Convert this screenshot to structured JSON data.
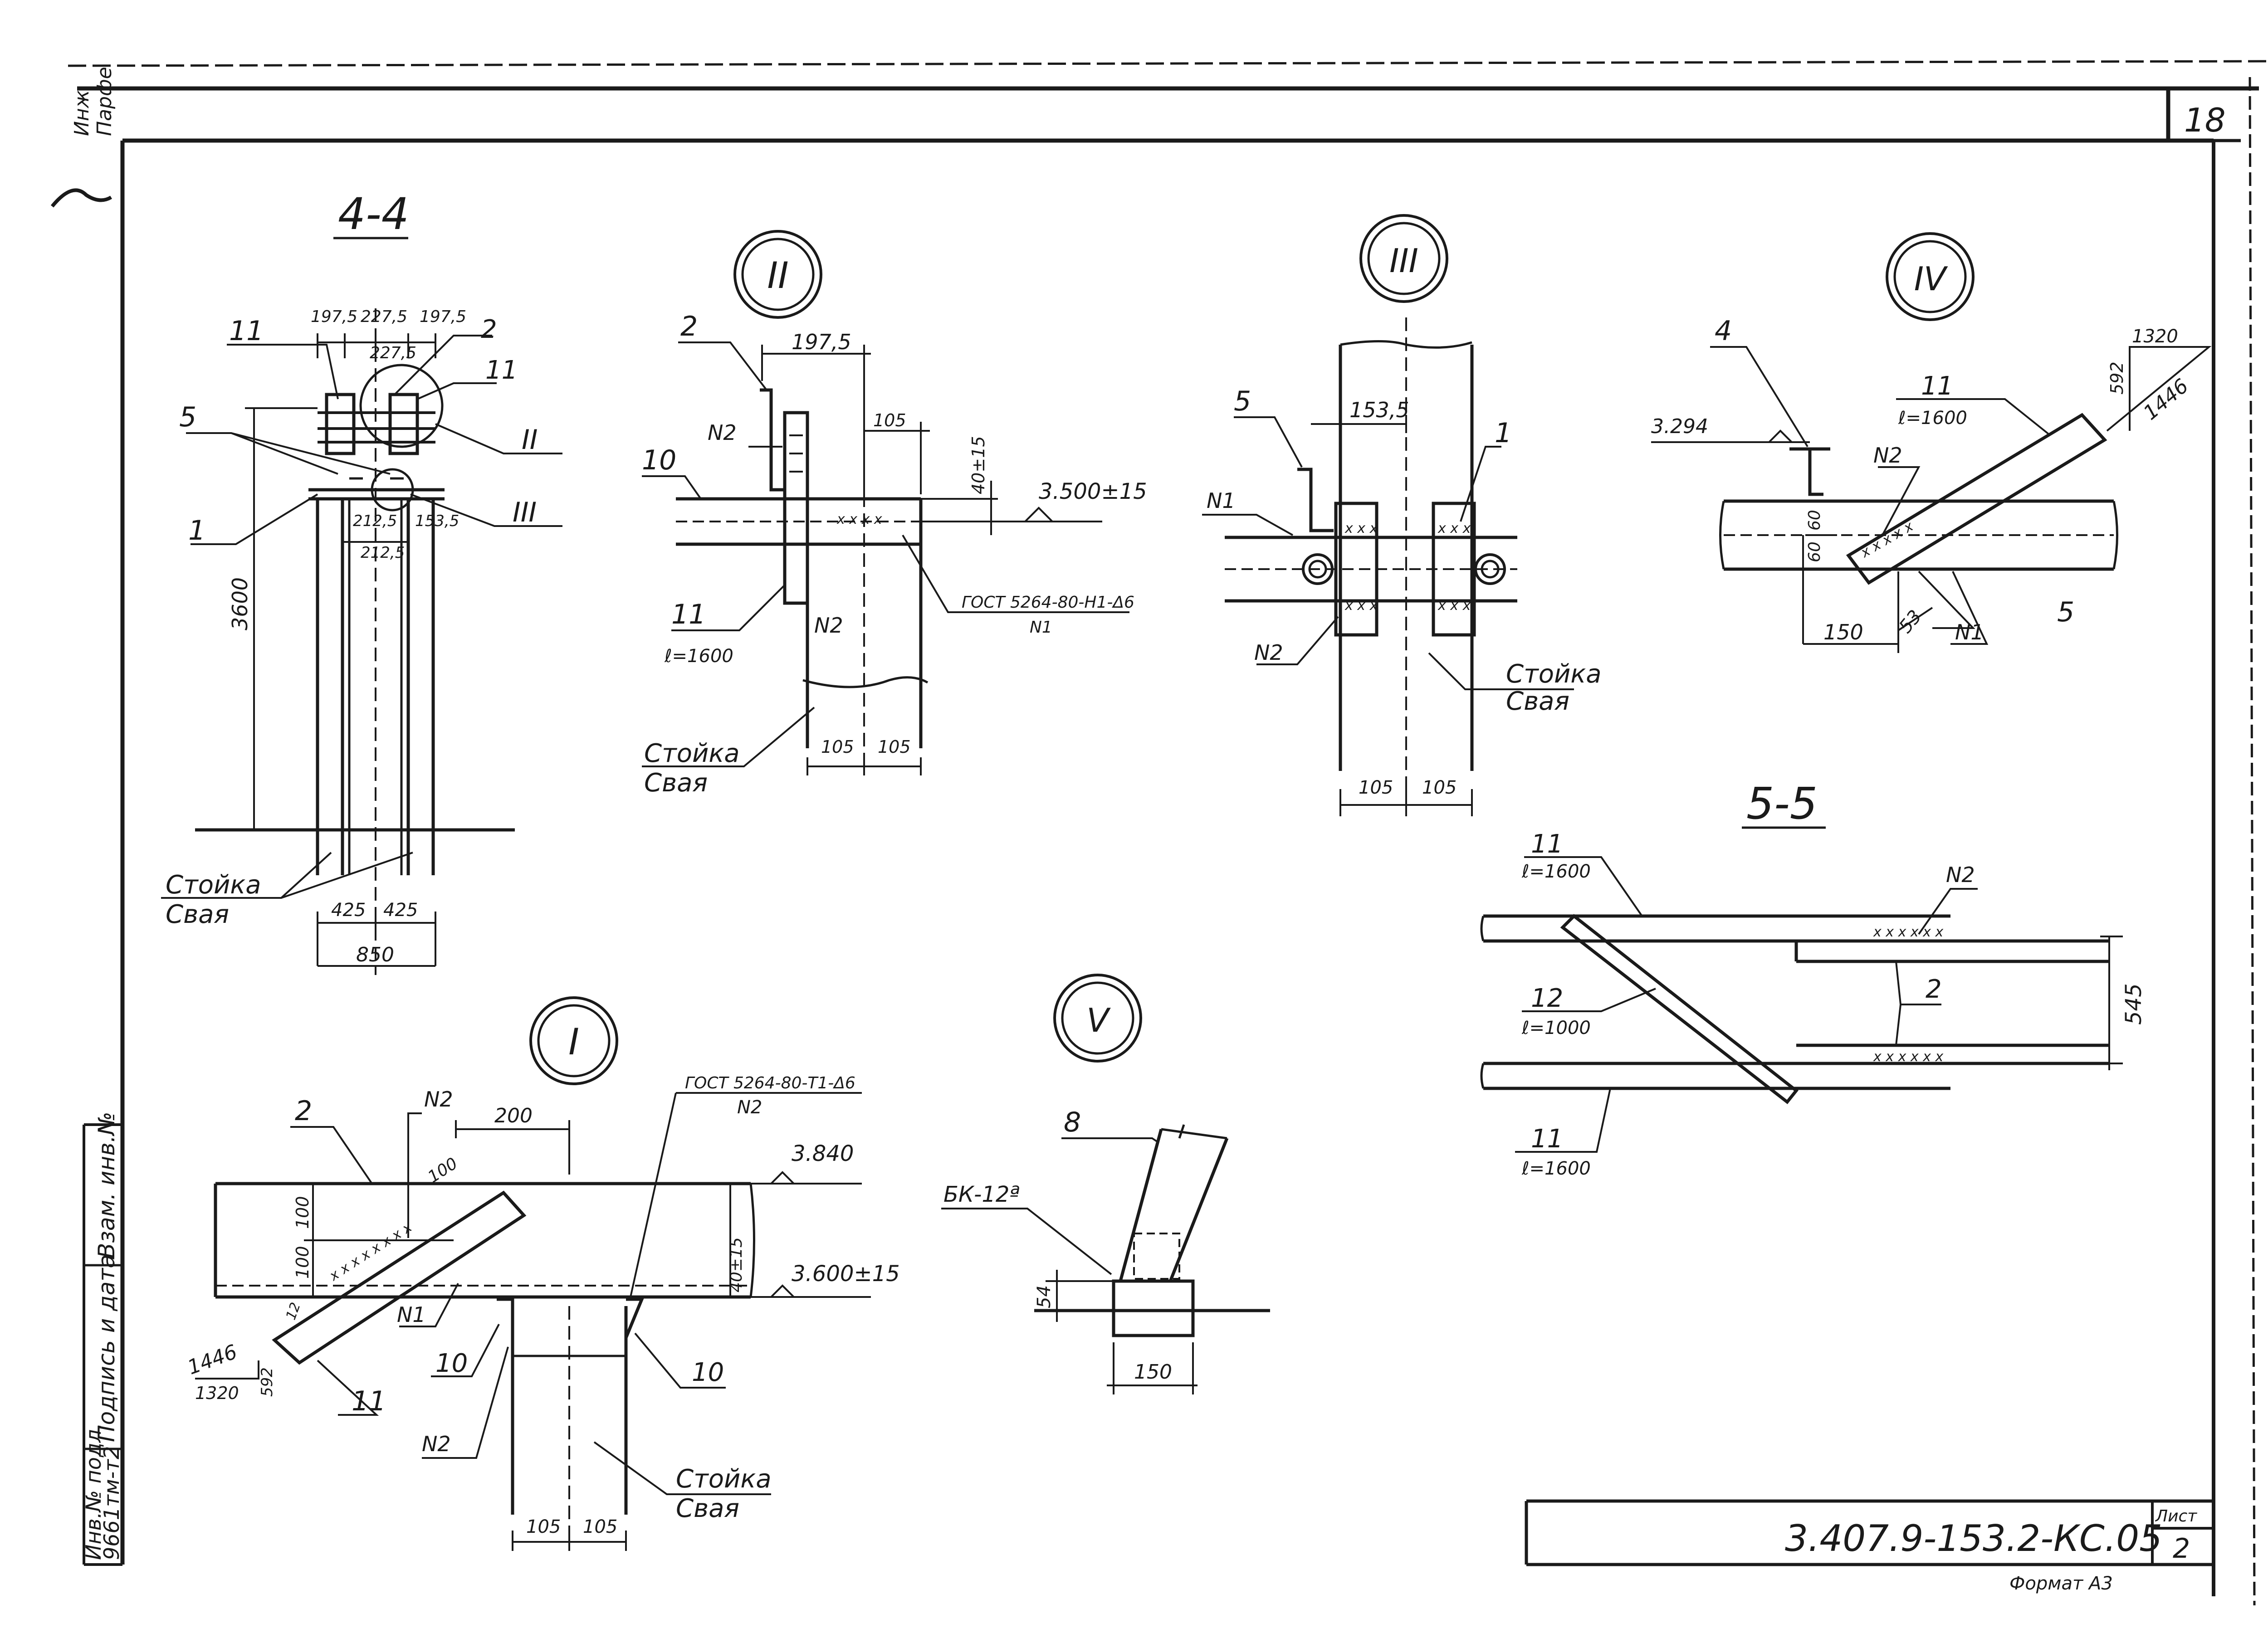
{
  "sheet": {
    "page_number": "18",
    "document_code": "3.407.9-153.2-КС.05",
    "list_label": "Лист",
    "list_number": "2",
    "format_label": "Формат А3",
    "corner_note_1": "Инж.",
    "corner_note_2": "Парфе"
  },
  "side_stamp": {
    "inv_podl": "Инв.№ подл.",
    "inv_value": "9661тм-т2",
    "podpis": "Подпись и дата",
    "vzam": "Взам. инв.№"
  },
  "section_4_4": {
    "title": "4-4",
    "dims_top": [
      "197,5",
      "227,5",
      "197,5"
    ],
    "dim_mid": "227,5",
    "dims_low": [
      "212,5",
      "153,5"
    ],
    "dim_low2": "212,5",
    "height": "3600",
    "spacing": [
      "425",
      "425"
    ],
    "total": "850",
    "labels": [
      "11",
      "2",
      "11",
      "5",
      "1"
    ],
    "callout_2": "II",
    "callout_3": "III",
    "post_1": "Стойка",
    "post_2": "Свая"
  },
  "node_II": {
    "mark": "II",
    "labels": [
      "2",
      "10",
      "11"
    ],
    "length": "ℓ=1600",
    "weld_1": "N2",
    "weld_2": "N2",
    "dim_top": "197,5",
    "dim_105": "105",
    "dim_tol": "40±15",
    "level": "3.500±15",
    "gost": "ГОСТ 5264-80-Н1-Δ6",
    "gost_n": "N1",
    "bottom_dims": [
      "105",
      "105"
    ],
    "post_1": "Стойка",
    "post_2": "Свая"
  },
  "node_III": {
    "mark": "III",
    "labels": [
      "5",
      "1"
    ],
    "dim": "153,5",
    "weld_1": "N1",
    "weld_2": "N2",
    "bottom_dims": [
      "105",
      "105"
    ],
    "post_1": "Стойка",
    "post_2": "Свая"
  },
  "node_IV": {
    "mark": "IV",
    "labels": [
      "4",
      "11",
      "5"
    ],
    "length": "ℓ=1600",
    "level": "3.294",
    "weld_1": "N2",
    "weld_2": "N1",
    "slope_a": "1320",
    "slope_b": "592",
    "slope_c": "1446",
    "dims": [
      "60",
      "60"
    ],
    "dim_150": "150",
    "dim_53": "53"
  },
  "section_5_5": {
    "title": "5-5",
    "labels": [
      "11",
      "12",
      "11",
      "2"
    ],
    "lengths": [
      "ℓ=1600",
      "ℓ=1000",
      "ℓ=1600"
    ],
    "weld": "N2",
    "dim": "545"
  },
  "node_I": {
    "mark": "I",
    "labels": [
      "2",
      "11",
      "10",
      "10"
    ],
    "weld": [
      "N2",
      "N1",
      "N2",
      "N2"
    ],
    "gost": "ГОСТ 5264-80-Т1-Δ6",
    "dims": [
      "200",
      "100",
      "100",
      "100",
      "12"
    ],
    "level_1": "3.840",
    "level_2": "3.600±15",
    "tol": "40±15",
    "slope_a": "1446",
    "slope_b": "1320",
    "slope_c": "592",
    "bottom_dims": [
      "105",
      "105"
    ],
    "post_1": "Стойка",
    "post_2": "Свая"
  },
  "node_V": {
    "mark": "V",
    "label": "8",
    "mark_bk": "БК-12ª",
    "dim_54": "54",
    "dim_150": "150"
  }
}
